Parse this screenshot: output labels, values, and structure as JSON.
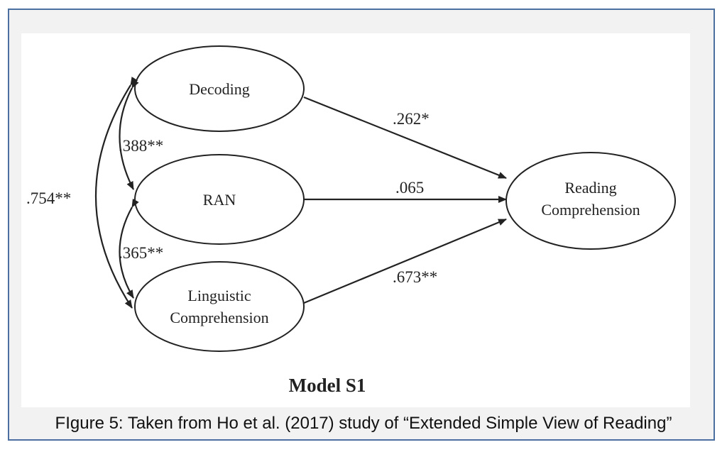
{
  "diagram": {
    "nodes": {
      "decoding": [
        "Decoding"
      ],
      "ran": [
        "RAN"
      ],
      "linguistic": [
        "Linguistic",
        "Comprehension"
      ],
      "reading": [
        "Reading",
        "Comprehension"
      ]
    },
    "paths": {
      "decoding_to_reading": ".262*",
      "ran_to_reading": ".065",
      "linguistic_to_reading": ".673**"
    },
    "correlations": {
      "decoding_ran": ".388**",
      "ran_linguistic": ".365**",
      "decoding_linguistic": ".754**"
    },
    "model_title": "Model S1",
    "line_color": "#222222"
  },
  "caption": "FIgure 5: Taken from Ho et al. (2017) study of “Extended Simple View of Reading”"
}
